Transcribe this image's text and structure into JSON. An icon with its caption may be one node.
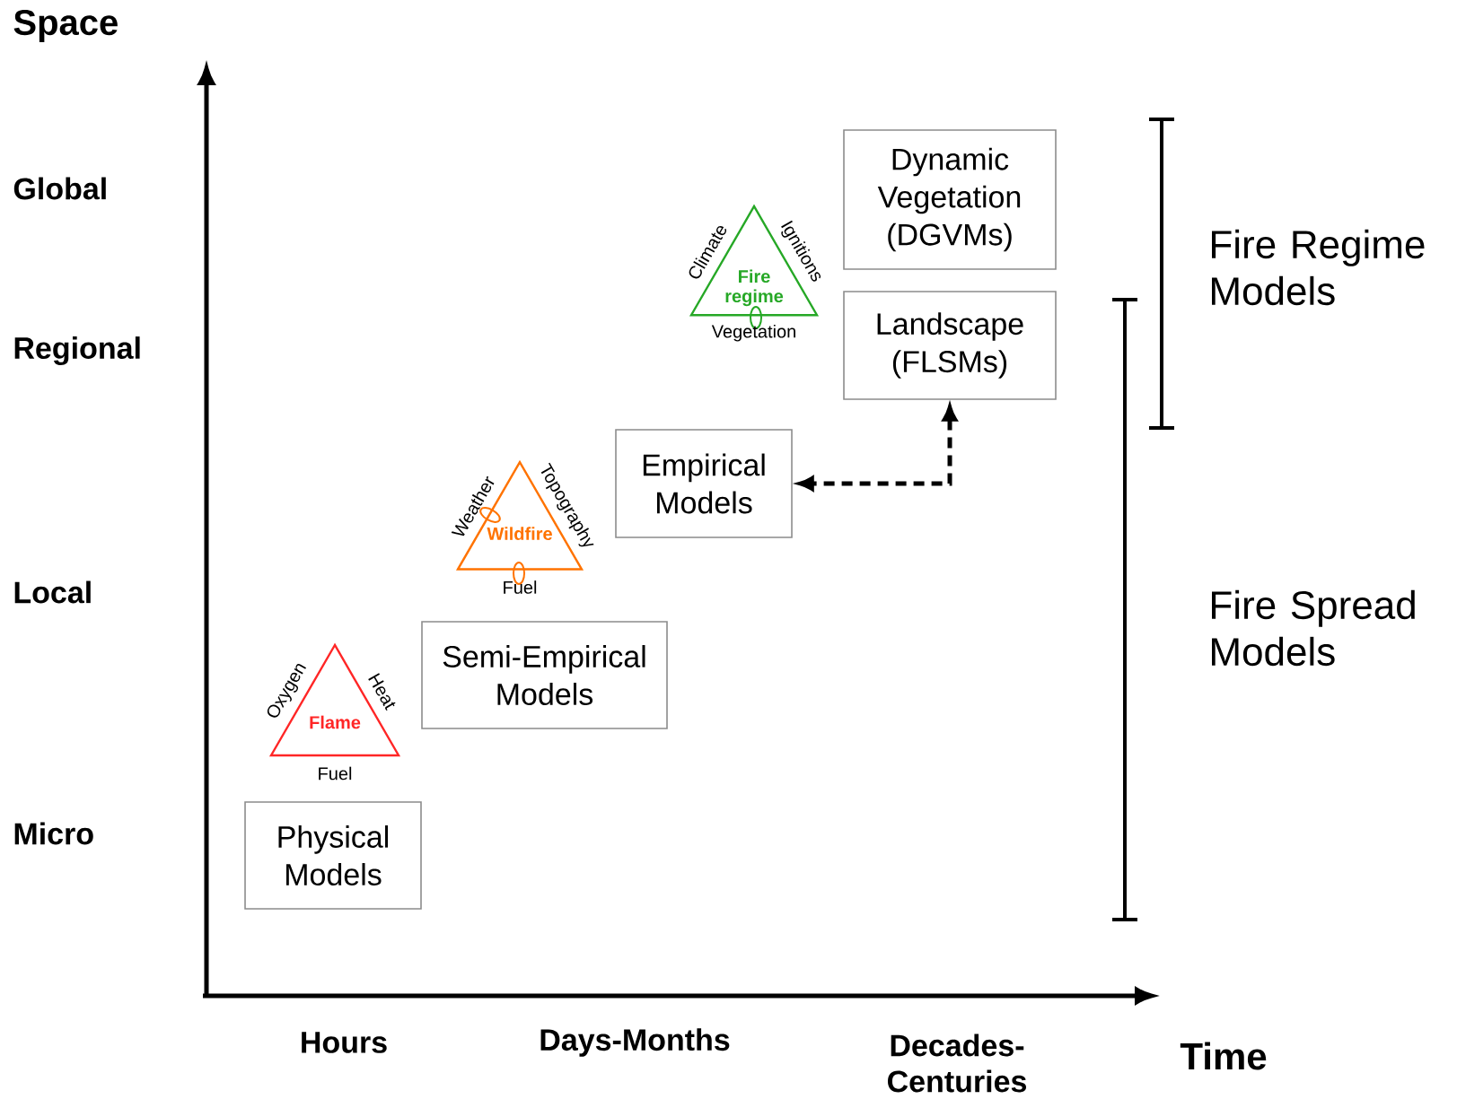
{
  "diagram": {
    "nodes": [
      {
        "text": [
          "Dynamic Vegetation (DGVMs)"
        ]
      },
      {
        "text": [
          "Fire regime"
        ],
        "beside": [
          "Climate",
          "Ignitions",
          "Vegetation"
        ]
      },
      {
        "text": [
          "Landscape (FLSMs)"
        ]
      },
      {
        "text": [
          "Empirical Models"
        ]
      },
      {
        "text": [
          "Wildfire"
        ],
        "beside": [
          "Weather",
          "Topography",
          "Fuel"
        ]
      },
      {
        "text": [
          "Semi-Empirical Models"
        ]
      },
      {
        "text": [
          "Flame"
        ],
        "beside": [
          "Oxygen",
          "Heat",
          "Fuel"
        ]
      },
      {
        "text": [
          "Physical Models"
        ]
      }
    ],
    "edges": [
      {
        "from": 2,
        "to": 3,
        "arrow": "both",
        "style": "dashed"
      }
    ],
    "labels": [
      "Space",
      "Global",
      "Fire Regime Models",
      "Regional",
      "Local",
      "Fire Spread Models",
      "Micro",
      "Hours",
      "Days-Months",
      "Decades- Centuries",
      "Time"
    ]
  }
}
